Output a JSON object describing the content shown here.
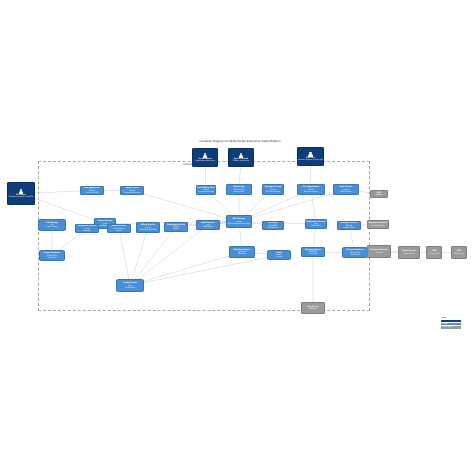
{
  "title": "Container Diagram for Multi-Tenant Enterprise SaaS Platform",
  "boundary_label": "Enterprise SaaS Platform",
  "colors": {
    "person": "#0d3d7a",
    "container": "#4a8fd6",
    "external": "#9a9a9a",
    "edge": "#707070"
  },
  "people": [
    {
      "id": "tenant_admin",
      "name": "Tenant Admin",
      "desc": "Organization administrator"
    },
    {
      "id": "system_admin",
      "name": "System Admin",
      "desc": "Platform administrator"
    },
    {
      "id": "end_user",
      "name": "End User",
      "desc": "Organization employee using the platform"
    },
    {
      "id": "developer",
      "name": "Developer",
      "desc": "Third-party developer using APIs"
    }
  ],
  "containers": [
    {
      "id": "web_app",
      "name": "Web Application",
      "tech": "[React]",
      "desc": "Delivers the SPA"
    },
    {
      "id": "admin_portal",
      "name": "Admin Portal",
      "tech": "[React]",
      "desc": "Platform administration"
    },
    {
      "id": "tenant_admin_portal",
      "name": "Tenant Admin Portal",
      "tech": "[React]",
      "desc": "Tenant administration"
    },
    {
      "id": "mobile_app",
      "name": "Mobile App",
      "tech": "[React Native]",
      "desc": "Mobile access"
    },
    {
      "id": "dev_portal",
      "name": "Developer Portal",
      "tech": "[React]",
      "desc": "API documentation"
    },
    {
      "id": "user_app",
      "name": "User Application",
      "tech": "[React]",
      "desc": "Main user interface"
    },
    {
      "id": "auth_service",
      "name": "Auth Service",
      "tech": "[Node.js]",
      "desc": "Authentication"
    },
    {
      "id": "tenant_service",
      "name": "Tenant Service",
      "tech": "[Java]",
      "desc": "Tenant management"
    },
    {
      "id": "api_gateway",
      "name": "API Gateway",
      "tech": "[Kong]",
      "desc": "API management and routing"
    },
    {
      "id": "api_docs",
      "name": "API Docs",
      "tech": "[OpenAPI]",
      "desc": "API reference"
    },
    {
      "id": "notification_service",
      "name": "Notification Service",
      "tech": "[Go]",
      "desc": "Notifications"
    },
    {
      "id": "analytics_service",
      "name": "Analytics Service",
      "tech": "[Python]",
      "desc": "Usage analytics"
    },
    {
      "id": "file_storage",
      "name": "File Storage",
      "tech": "[S3]",
      "desc": "Object storage"
    },
    {
      "id": "integration_service",
      "name": "Integration Service",
      "tech": "[Java]",
      "desc": "Integration"
    },
    {
      "id": "search_service",
      "name": "Search Service",
      "tech": "[Elasticsearch]",
      "desc": "Search"
    },
    {
      "id": "billing_service",
      "name": "Billing Service",
      "tech": "[Java]",
      "desc": "Subscription and billing"
    },
    {
      "id": "reporting_service",
      "name": "Reporting Service",
      "tech": "[Python]",
      "desc": "Reports"
    },
    {
      "id": "audit_service",
      "name": "Audit Service",
      "tech": "[Go]",
      "desc": "Audit logging"
    },
    {
      "id": "workflow_engine",
      "name": "Workflow Engine",
      "tech": "[Camunda]",
      "desc": "Workflows"
    },
    {
      "id": "cache",
      "name": "Cache",
      "tech": "[Redis]",
      "desc": "Caching"
    },
    {
      "id": "message_queue",
      "name": "Message Queue",
      "tech": "[RabbitMQ]",
      "desc": "Messaging"
    },
    {
      "id": "primary_db",
      "name": "Primary Database",
      "tech": "[PostgreSQL]",
      "desc": "Tenant data"
    },
    {
      "id": "tenant_db",
      "name": "Tenant Database",
      "tech": "[PostgreSQL]",
      "desc": "Tenant data"
    },
    {
      "id": "config_service",
      "name": "Config Service",
      "tech": "[Go]",
      "desc": "Configuration"
    }
  ],
  "externals": [
    {
      "id": "sso",
      "name": "SSO",
      "desc": "Identity"
    },
    {
      "id": "analytics_ext",
      "name": "Analytics Platform",
      "desc": "External analytics"
    },
    {
      "id": "email",
      "name": "Email Service",
      "desc": "Email delivery"
    },
    {
      "id": "payment",
      "name": "Payment Gateway",
      "desc": "Payments"
    },
    {
      "id": "crm",
      "name": "CRM",
      "desc": "Customer data"
    },
    {
      "id": "sms",
      "name": "SMS",
      "desc": "SMS delivery"
    },
    {
      "id": "monitoring",
      "name": "Monitoring",
      "desc": "Monitoring"
    }
  ],
  "legend": {
    "title": "Legend",
    "items": [
      "person",
      "container",
      "external system"
    ]
  }
}
